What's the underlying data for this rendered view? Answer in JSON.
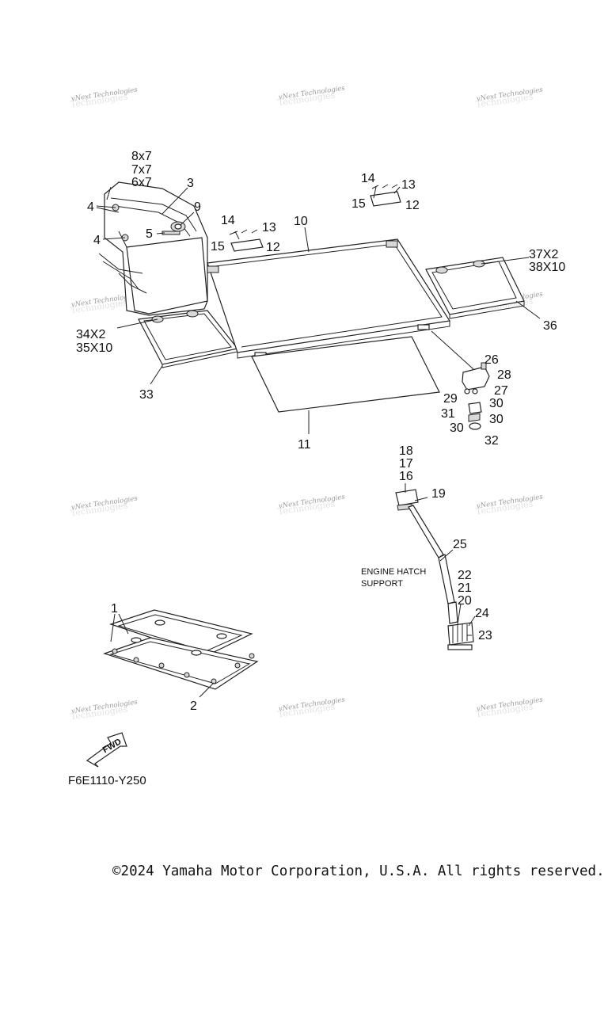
{
  "watermark": {
    "line1": "vNext Technologies",
    "line2": "Technologies"
  },
  "callouts": {
    "p1": "1",
    "p2": "2",
    "p3": "3",
    "p4a": "4",
    "p4b": "4",
    "p5": "5",
    "p6x7": "6x7",
    "p7x7": "7x7",
    "p8x7": "8x7",
    "p9": "9",
    "p10": "10",
    "p11": "11",
    "p12a": "12",
    "p13a": "13",
    "p14a": "14",
    "p15a": "15",
    "p12b": "12",
    "p13b": "13",
    "p14b": "14",
    "p15b": "15",
    "p16": "16",
    "p17": "17",
    "p18": "18",
    "p19": "19",
    "p20": "20",
    "p21": "21",
    "p22": "22",
    "p23": "23",
    "p24": "24",
    "p25": "25",
    "p26": "26",
    "p27": "27",
    "p28": "28",
    "p29": "29",
    "p30a": "30",
    "p30b": "30",
    "p30c": "30",
    "p31": "31",
    "p32": "32",
    "p33": "33",
    "p34x2": "34X2",
    "p35x10": "35X10",
    "p36": "36",
    "p37x2": "37X2",
    "p38x10": "38X10"
  },
  "engine_hatch_line1": "ENGINE HATCH",
  "engine_hatch_line2": "SUPPORT",
  "fwd_label": "FWD",
  "diagram_code": "F6E1110-Y250",
  "copyright": "©2024 Yamaha Motor Corporation, U.S.A. All rights reserved."
}
